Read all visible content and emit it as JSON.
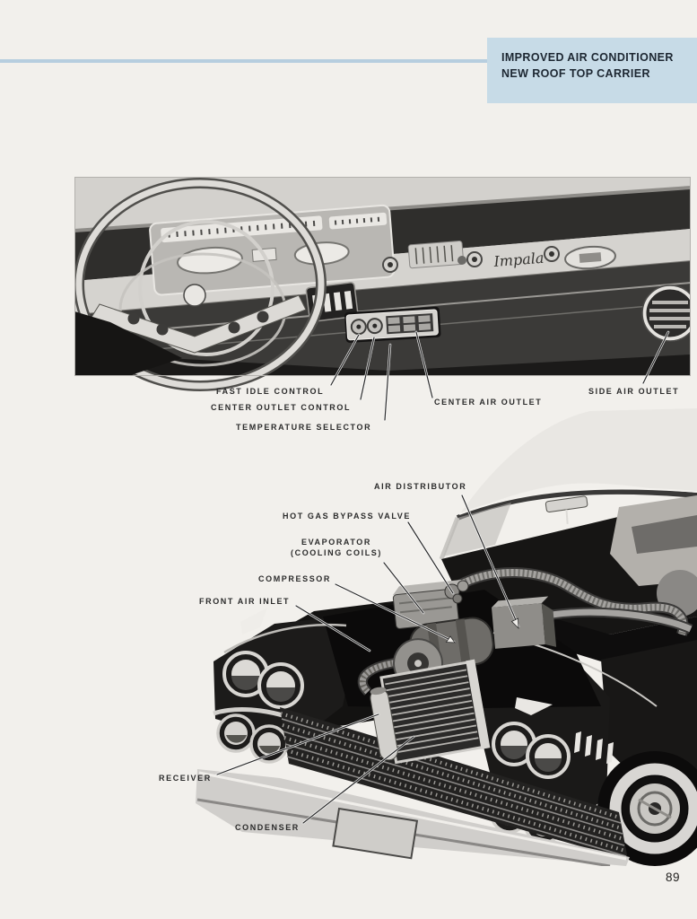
{
  "page": {
    "number": "89"
  },
  "header": {
    "line1": "IMPROVED AIR CONDITIONER",
    "line2": "NEW ROOF TOP CARRIER"
  },
  "colors": {
    "paper": "#f2f0ec",
    "header_box": "#c7dbe7",
    "header_rule": "#b7cedf",
    "label_text": "#2b2b2b"
  },
  "dashboard_figure": {
    "script_badge": "Impala",
    "labels": {
      "fast_idle": "FAST IDLE CONTROL",
      "center_outlet_control": "CENTER OUTLET CONTROL",
      "temperature_selector": "TEMPERATURE SELECTOR",
      "center_air_outlet": "CENTER AIR OUTLET",
      "side_air_outlet": "SIDE AIR OUTLET"
    }
  },
  "car_figure": {
    "labels": {
      "air_distributor": "AIR DISTRIBUTOR",
      "hot_gas_bypass_valve": "HOT GAS BYPASS VALVE",
      "evaporator_line1": "EVAPORATOR",
      "evaporator_line2": "(COOLING COILS)",
      "compressor": "COMPRESSOR",
      "front_air_inlet": "FRONT AIR INLET",
      "receiver": "RECEIVER",
      "condenser": "CONDENSER"
    }
  }
}
